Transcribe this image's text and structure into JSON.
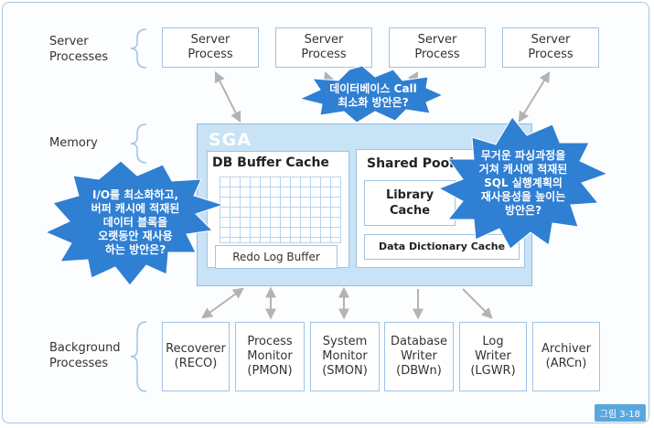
{
  "labels": {
    "server": [
      "Server",
      "Processes"
    ],
    "memory": "Memory",
    "background": [
      "Background",
      "Processes"
    ]
  },
  "server_processes": [
    [
      "Server",
      "Process"
    ],
    [
      "Server",
      "Process"
    ],
    [
      "Server",
      "Process"
    ],
    [
      "Server",
      "Process"
    ]
  ],
  "sga": {
    "title": "SGA",
    "db_buffer_cache": "DB Buffer Cache",
    "redo_log_buffer": "Redo Log Buffer",
    "shared_pool": "Shared Pool",
    "library_cache": [
      "Library",
      "Cache"
    ],
    "data_dictionary_cache": "Data Dictionary Cache"
  },
  "background_processes": [
    [
      "Recoverer",
      "(RECO)"
    ],
    [
      "Process",
      "Monitor",
      "(PMON)"
    ],
    [
      "System",
      "Monitor",
      "(SMON)"
    ],
    [
      "Database",
      "Writer",
      "(DBWn)"
    ],
    [
      "Log",
      "Writer",
      "(LGWR)"
    ],
    [
      "Archiver",
      "(ARCn)"
    ]
  ],
  "callouts": {
    "db_call": [
      "데이터베이스 Call",
      "최소화 방안은?"
    ],
    "io": [
      "I/O를 최소화하고,",
      "버퍼 캐시에 적재된",
      "데이터 블록을",
      "오랫동안 재사용",
      "하는 방안은?"
    ],
    "parse": [
      "무거운 파싱과정을",
      "거쳐 캐시에 적재된",
      "SQL 실행계획의",
      "재사용성을 높이는",
      "방안은?"
    ]
  },
  "figure_label": "그림 3-18",
  "colors": {
    "burst": "#2f7fd3",
    "box_border": "#9fc3e6",
    "sga": "#c8e2f6",
    "arrow": "#b3b3b3"
  }
}
